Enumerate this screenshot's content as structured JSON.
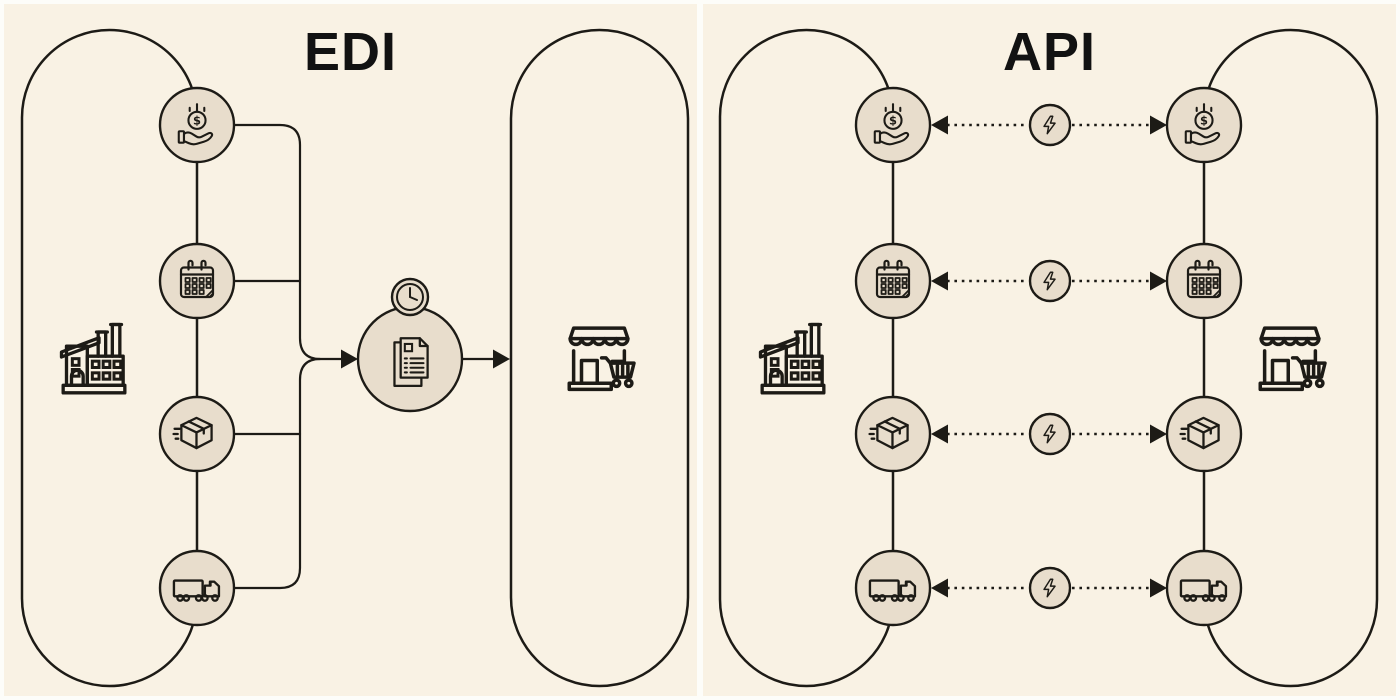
{
  "colors": {
    "page_background": "#fdfdf9",
    "panel_background": "#f9f2e4",
    "node_fill": "#e8ddcc",
    "line": "#1d1b16",
    "title_text": "#121212"
  },
  "panels": [
    {
      "title": "EDI",
      "left_icon": "factory-icon",
      "right_icon": "store-icon",
      "node_icons": [
        "payment-icon",
        "calendar-icon",
        "package-icon",
        "truck-icon"
      ],
      "hub_icon": "documents-icon",
      "hub_badge_icon": "clock-icon",
      "connector_style": "solid lines converging into hub, arrow toward store"
    },
    {
      "title": "API",
      "left_icon": "factory-icon",
      "right_icon": "store-icon",
      "left_node_icons": [
        "payment-icon",
        "calendar-icon",
        "package-icon",
        "truck-icon"
      ],
      "right_node_icons": [
        "payment-icon",
        "calendar-icon",
        "package-icon",
        "truck-icon"
      ],
      "link_icon": "bolt-icon",
      "connector_style": "dotted lines with outward arrows through lightning nodes"
    }
  ]
}
